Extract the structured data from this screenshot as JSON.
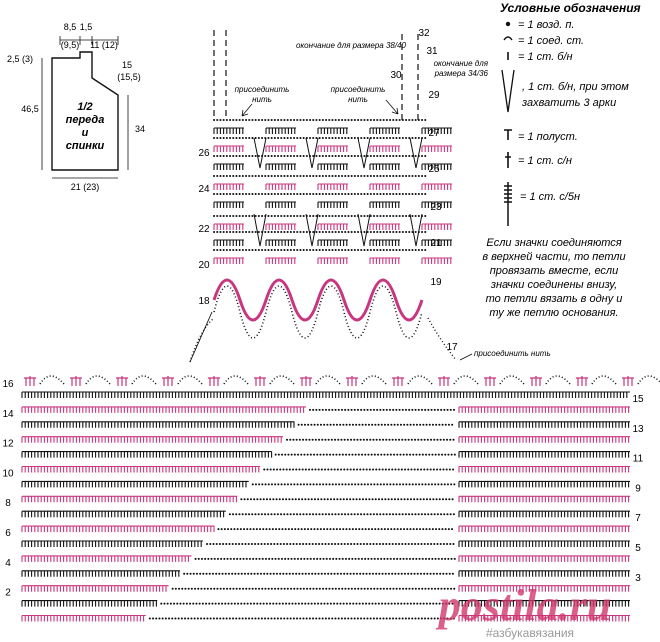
{
  "colors": {
    "pink": "#c8367f",
    "black": "#111111",
    "watermark": "#d2386c"
  },
  "schematic": {
    "label_lines": [
      "1/2",
      "переда",
      "и",
      "спинки"
    ],
    "dim_top_1": "8,5",
    "dim_top_1b": "(9,5)",
    "dim_top_2": "1,5",
    "dim_top_3": "11 (12)",
    "dim_left_shoulder": "2,5 (3)",
    "dim_right_top": "15",
    "dim_right_top_b": "(15,5)",
    "dim_left_height": "46,5",
    "dim_right_height": "34",
    "dim_bottom": "21 (23)"
  },
  "legend": {
    "title": "Условные обозначения",
    "items": [
      {
        "icon": "dot-icon",
        "text": "= 1 возд. п."
      },
      {
        "icon": "arc-icon",
        "text": "= 1 соед. ст."
      },
      {
        "icon": "stick-icon",
        "text": "= 1 ст. б/н"
      },
      {
        "icon": "v-icon",
        "lines": [
          ", 1 ст. б/н, при этом",
          "захватить 3 арки"
        ]
      },
      {
        "icon": "t-icon",
        "text": "= 1 полуст."
      },
      {
        "icon": "cross-icon",
        "text": "= 1 ст. с/н"
      },
      {
        "icon": "multi-cross-icon",
        "text": "= 1 ст. с/5н"
      }
    ],
    "note_lines": [
      "Если значки соединяются",
      "в верхней части, то петли",
      "провязать вместе, если",
      "значки соединены внизу,",
      "то петли вязать в одну и",
      "ту же петлю основания."
    ]
  },
  "annotations": {
    "end_38_40": "окончание для размера 38/40",
    "end_34_36_line1": "окончание для",
    "end_34_36_line2": "размера 34/36",
    "join_left_1": "присоединить",
    "join_left_2": "нить",
    "join_mid_1": "присоединить",
    "join_mid_2": "нить",
    "join_17": "присоединить нить"
  },
  "rows": {
    "lower_left": [
      "16",
      "14",
      "12",
      "10",
      "8",
      "6",
      "4",
      "2"
    ],
    "lower_right": [
      "15",
      "13",
      "11",
      "9",
      "7",
      "5",
      "3"
    ],
    "strap_left": [
      "26",
      "24",
      "22",
      "20",
      "18"
    ],
    "strap_right": [
      "32",
      "31",
      "30",
      "29",
      "27",
      "25",
      "23",
      "21",
      "19",
      "17"
    ]
  },
  "watermark": {
    "main": "postila.ru",
    "sub": "#азбукавязания"
  }
}
